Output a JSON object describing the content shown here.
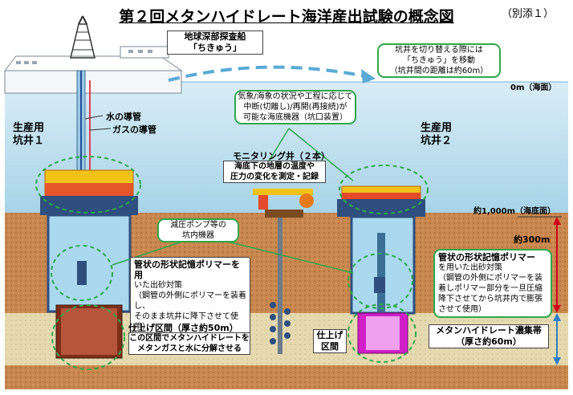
{
  "title": "第２回メタンハイドレート海洋産出試験の概念図",
  "annex": "（別添１）",
  "ship": {
    "line1": "地球深部探査船",
    "line2": "「ちきゅう」"
  },
  "relocation": {
    "line1": "坑井を切り替える際には",
    "line2": "「ちきゅう」を移動",
    "line3": "（坑井間の距離は約60m）"
  },
  "depths": {
    "surface": "0m（海面）",
    "seabed": "約1,000m（海底面）",
    "thickness_300": "約300m"
  },
  "seafloor_equipment": {
    "line1": "気象/海象の状況や工程に応じて",
    "line2": "中断(切離し)/再開(再接続)が",
    "line3": "可能な海底機器（坑口装置）"
  },
  "pipes": {
    "water": "水の導管",
    "gas": "ガスの導管"
  },
  "wells": {
    "well1": {
      "line1": "生産用",
      "line2": "坑井１"
    },
    "well2": {
      "line1": "生産用",
      "line2": "坑井２"
    }
  },
  "monitoring": {
    "title": "モニタリング井（２本）",
    "line1": "海底下の地層の温度や",
    "line2": "圧力の変化を測定・記録"
  },
  "pump": {
    "line1": "減圧ポンプ等の",
    "line2": "坑内機器"
  },
  "polymer1": {
    "title": "管状の形状記憶ポリマーを用",
    "line1": "いた出砂対策",
    "line2": "（鋼管の外側にポリマーを装着し、",
    "line3": "そのまま坑井に降下させて使用）"
  },
  "polymer2": {
    "title": "管状の形状記憶ポリマー",
    "line1": "を用いた出砂対策",
    "line2": "（鋼管の外側にポリマーを装",
    "line3": "着しポリマー部分を一旦圧縮",
    "line4": "降下させてから坑井内で膨張",
    "line5": "させて使用）"
  },
  "finish1": {
    "title": "仕上げ区間（厚さ約50m）",
    "line1": "この区間でメタンハイドレートを",
    "line2": "メタンガスと水に分解させる"
  },
  "finish2": {
    "line1": "仕上げ",
    "line2": "区間"
  },
  "hydrate": {
    "line1": "メタンハイドレート濃集帯",
    "line2": "（厚さ約60m）"
  }
}
